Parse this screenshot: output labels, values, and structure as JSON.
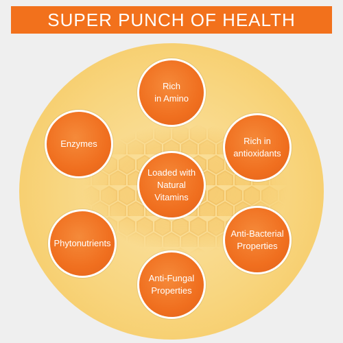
{
  "title": "SUPER PUNCH OF HEALTH",
  "center": "Loaded with\nNatural\nVitamins",
  "nodes": {
    "top": "Rich\nin Amino",
    "top_left": "Enzymes",
    "top_right": "Rich in\nantioxidants",
    "bottom_left": "Phytonutrients",
    "bottom_right": "Anti-Bacterial\nProperties",
    "bottom": "Anti-Fungal\nProperties"
  },
  "colors": {
    "accent": "#f2711c",
    "background": "#efefef",
    "honey": "#f8d57e"
  }
}
